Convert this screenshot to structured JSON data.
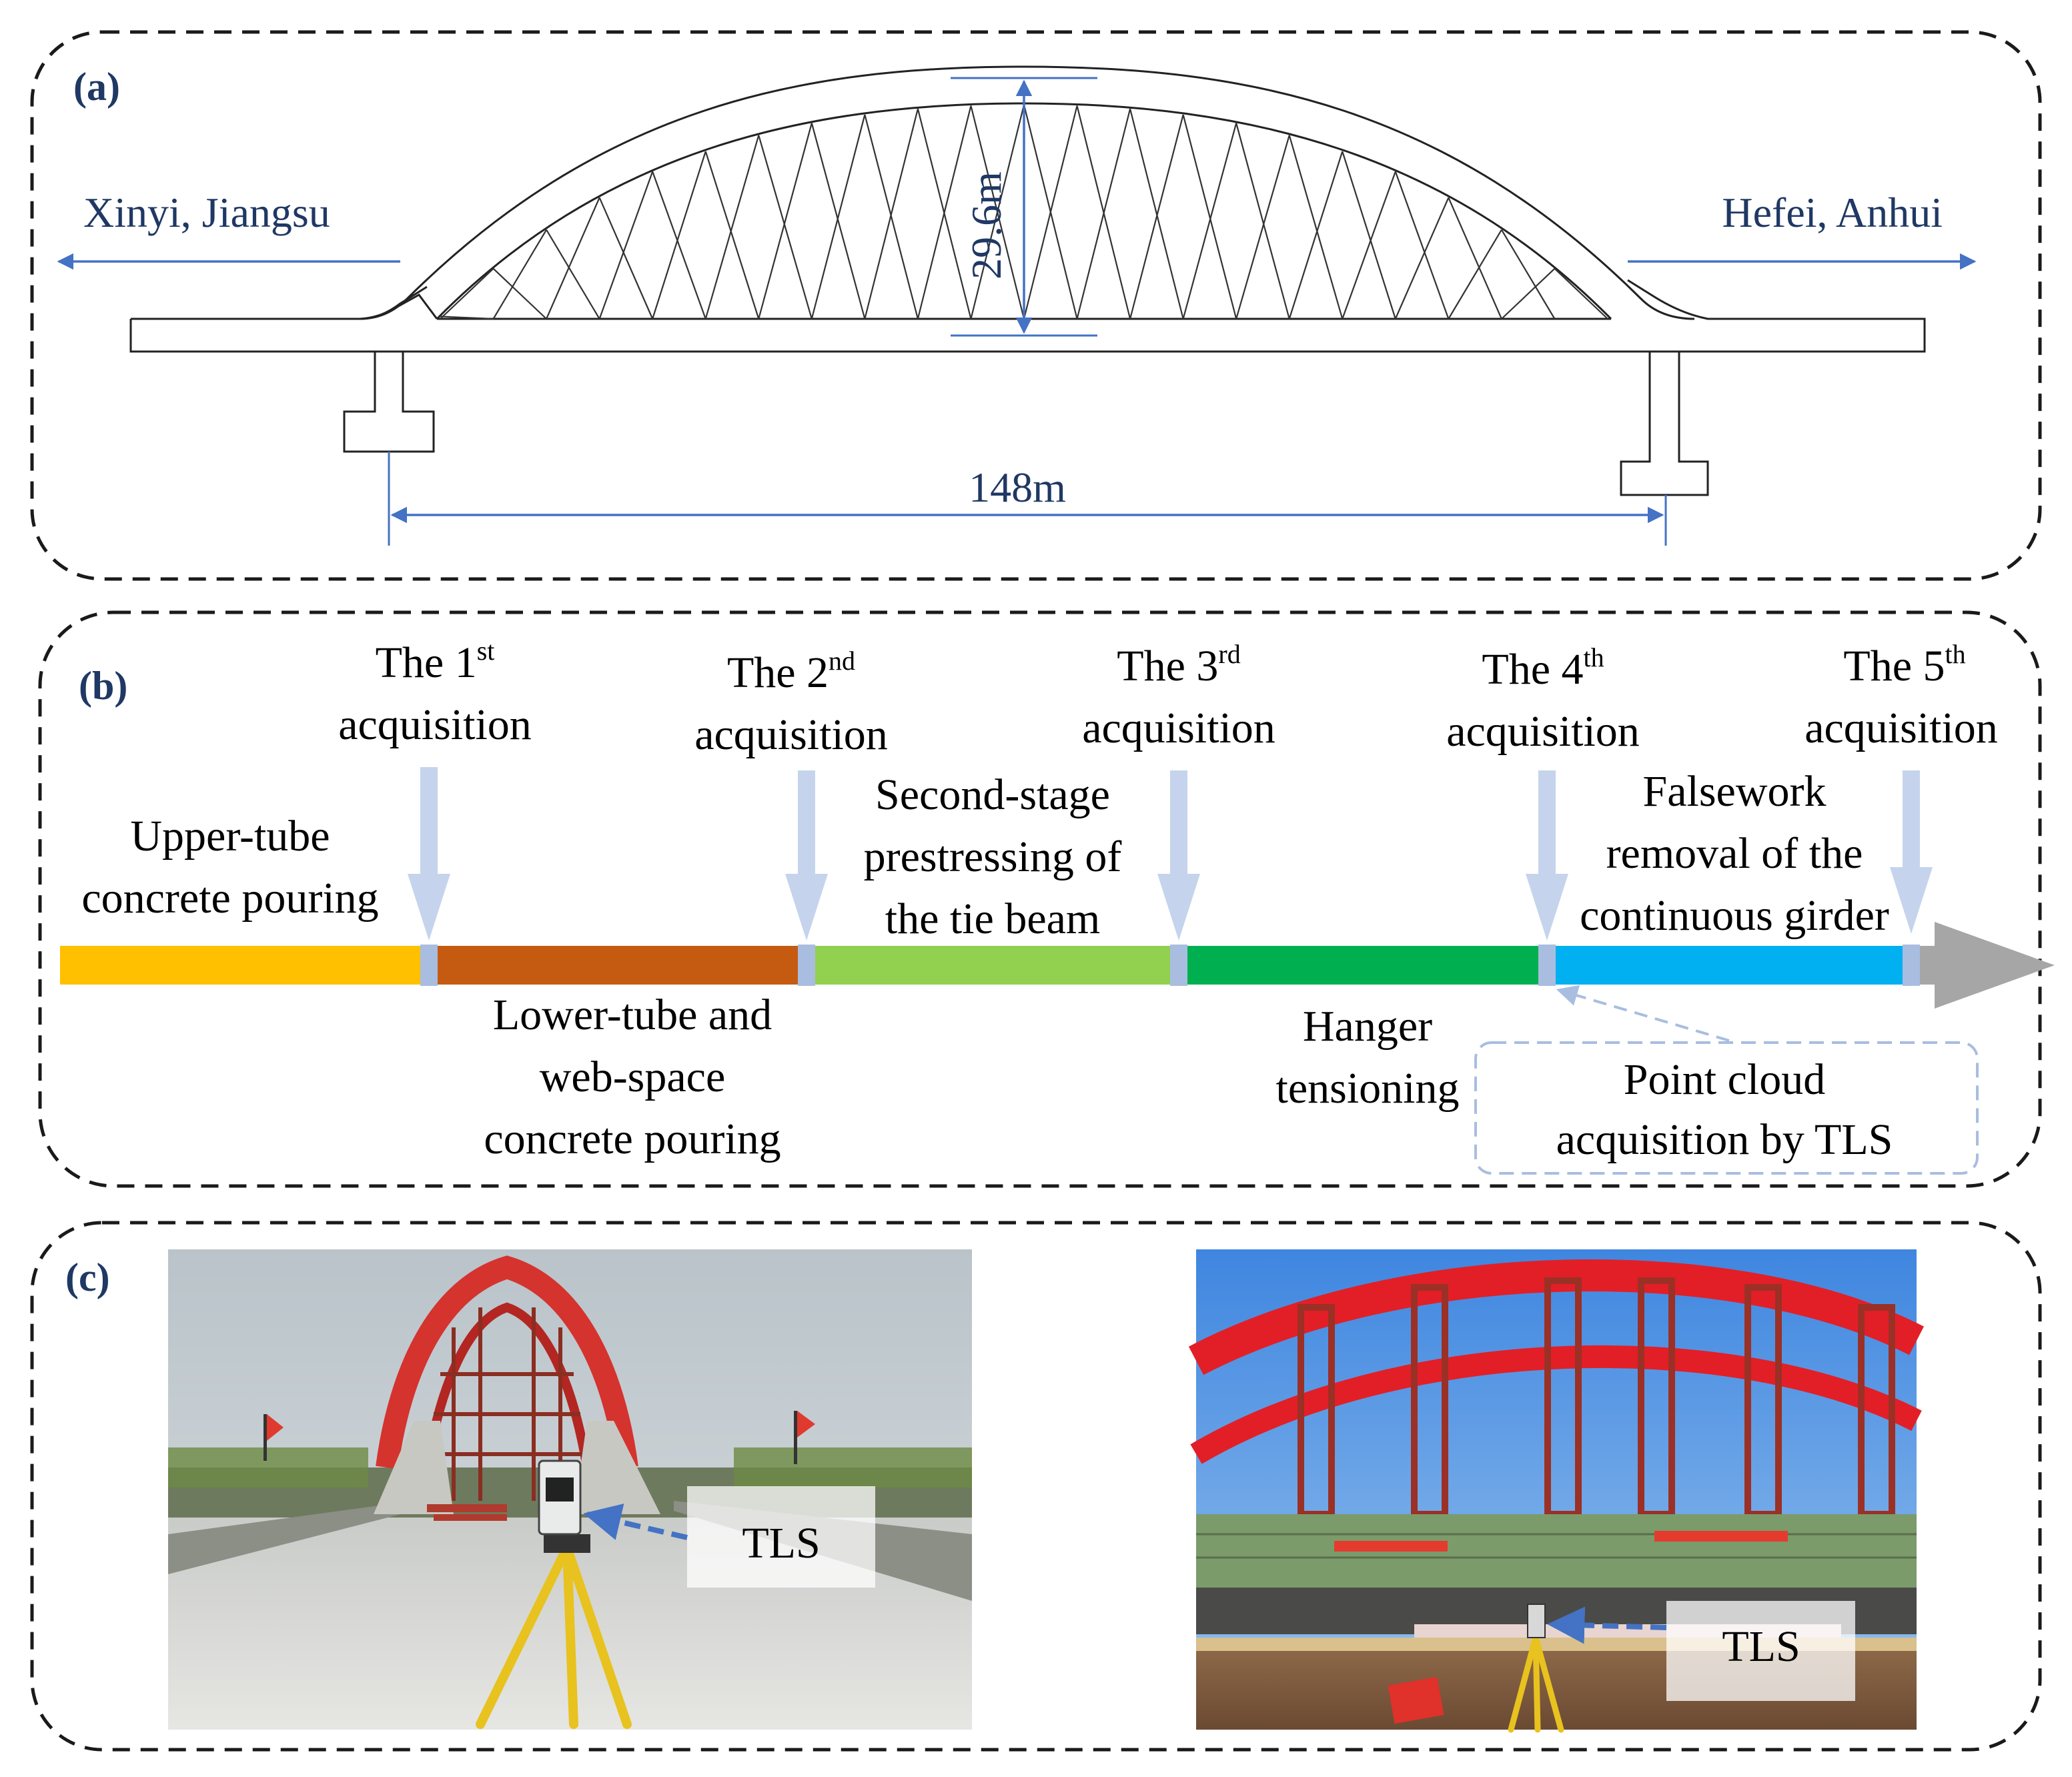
{
  "colors": {
    "frame": "#1a1a1a",
    "dimension": "#4472c4",
    "label_text": "#1f3864",
    "arrow_blue": "#4472c4",
    "acq_arrow": "#c5d4ec",
    "acq_marker": "#a9bde0",
    "timeline_end": "#a6a6a6",
    "stage_colors": [
      "#ffc000",
      "#c55a11",
      "#92d050",
      "#00b050",
      "#00b0f0"
    ]
  },
  "panel_a": {
    "label": "(a)",
    "left_direction": "Xinyi, Jiangsu",
    "right_direction": "Hefei, Anhui",
    "rise": "29.6m",
    "span": "148m"
  },
  "panel_b": {
    "label": "(b)",
    "acquisitions": [
      {
        "prefix": "The 1",
        "sup": "st",
        "word": "acquisition"
      },
      {
        "prefix": "The 2",
        "sup": "nd",
        "word": "acquisition"
      },
      {
        "prefix": "The 3",
        "sup": "rd",
        "word": "acquisition"
      },
      {
        "prefix": "The 4",
        "sup": "th",
        "word": "acquisition"
      },
      {
        "prefix": "The 5",
        "sup": "th",
        "word": "acquisition"
      }
    ],
    "stages": [
      {
        "lines": [
          "Upper-tube",
          "concrete pouring"
        ]
      },
      {
        "lines": [
          "Lower-tube and",
          "web-space",
          "concrete pouring"
        ]
      },
      {
        "lines": [
          "Second-stage",
          "prestressing of",
          "the tie beam"
        ]
      },
      {
        "lines": [
          "Hanger",
          "tensioning"
        ]
      },
      {
        "lines": [
          "Falsework",
          "removal of the",
          "continuous girder"
        ]
      }
    ],
    "callout": [
      "Point cloud",
      "acquisition by TLS"
    ]
  },
  "panel_c": {
    "label": "(c)",
    "photo_left_tag": "TLS",
    "photo_right_tag": "TLS"
  }
}
